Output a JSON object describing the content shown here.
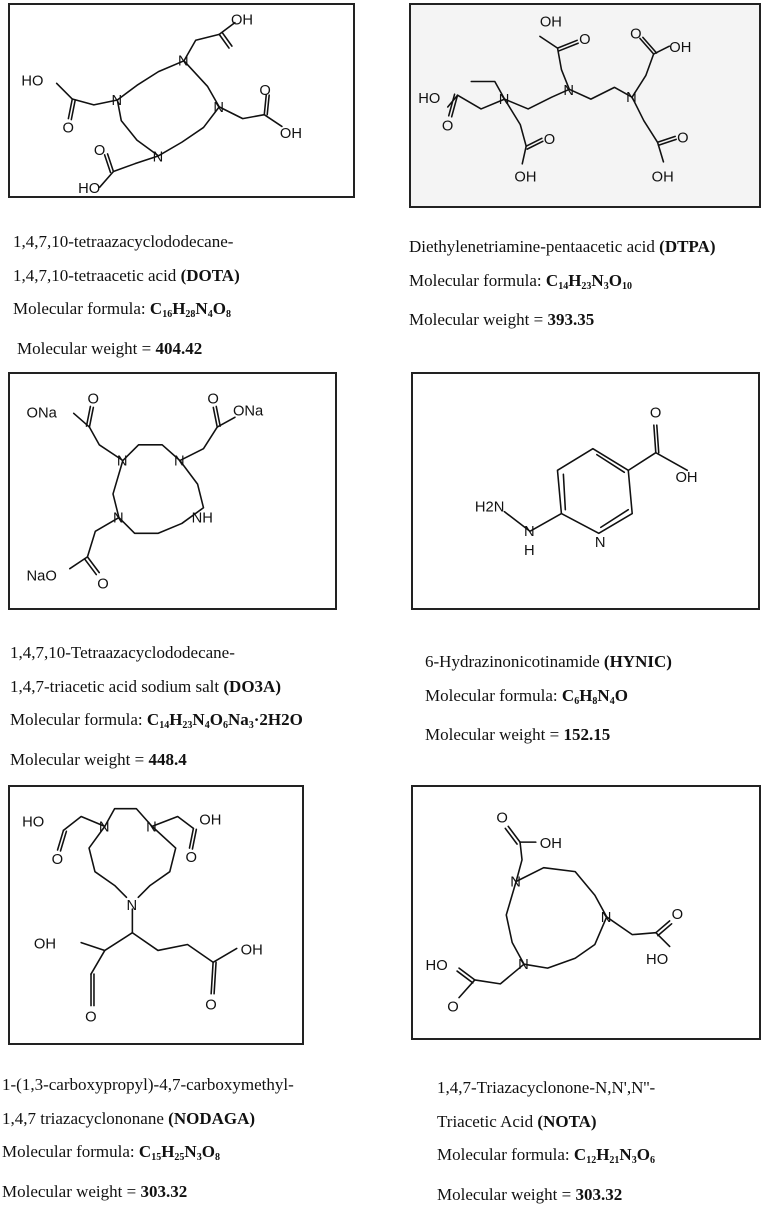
{
  "compounds": [
    {
      "id": "DOTA",
      "name_line1": "1,4,7,10-tetraazacyclododecane-",
      "name_line2": "1,4,7,10-tetraacetic acid ",
      "abbr": "(DOTA)",
      "formula_label": "Molecular formula: ",
      "formula": [
        [
          "C",
          "16"
        ],
        [
          "H",
          "28"
        ],
        [
          "N",
          "4"
        ],
        [
          "O",
          "8"
        ]
      ],
      "weight_label": "Molecular weight = ",
      "weight": "404.42",
      "atom_labels": {
        "N": "N",
        "OH": "OH",
        "HO": "HO",
        "O": "O"
      }
    },
    {
      "id": "DTPA",
      "name_line1": "Diethylenetriamine-pentaacetic acid ",
      "abbr": "(DTPA)",
      "formula_label": "Molecular formula: ",
      "formula": [
        [
          "C",
          "14"
        ],
        [
          "H",
          "23"
        ],
        [
          "N",
          "3"
        ],
        [
          "O",
          "10"
        ]
      ],
      "weight_label": "Molecular weight = ",
      "weight": "393.35",
      "atom_labels": {
        "N": "N",
        "OH": "OH",
        "HO": "HO",
        "O": "O"
      }
    },
    {
      "id": "DO3A",
      "name_line1": "1,4,7,10-Tetraazacyclododecane-",
      "name_line2": "1,4,7-triacetic acid sodium salt ",
      "abbr": "(DO3A)",
      "formula_label": "Molecular formula: ",
      "formula": [
        [
          "C",
          "14"
        ],
        [
          "H",
          "23"
        ],
        [
          "N",
          "4"
        ],
        [
          "O",
          "6"
        ],
        [
          "Na",
          "3"
        ],
        [
          "·2H2O",
          ""
        ]
      ],
      "weight_label": "Molecular weight = ",
      "weight": "448.4",
      "atom_labels": {
        "N": "N",
        "NH": "NH",
        "ONa": "ONa",
        "NaO": "NaO",
        "O": "O"
      }
    },
    {
      "id": "HYNIC",
      "name_line1": "6-Hydrazinonicotinamide ",
      "abbr": "(HYNIC)",
      "formula_label": "Molecular formula: ",
      "formula": [
        [
          "C",
          "6"
        ],
        [
          "H",
          "8"
        ],
        [
          "N",
          "4"
        ],
        [
          "O",
          ""
        ]
      ],
      "weight_label": "Molecular weight = ",
      "weight": "152.15",
      "atom_labels": {
        "N": "N",
        "H2N": "H2N",
        "H": "H",
        "OH": "OH",
        "O": "O"
      }
    },
    {
      "id": "NODAGA",
      "name_line1": "1-(1,3-carboxypropyl)-4,7-carboxymethyl-",
      "name_line2": "1,4,7 triazacyclononane ",
      "abbr": "(NODAGA)",
      "formula_label": "Molecular formula: ",
      "formula": [
        [
          "C",
          "15"
        ],
        [
          "H",
          "25"
        ],
        [
          "N",
          "3"
        ],
        [
          "O",
          "8"
        ]
      ],
      "weight_label": "Molecular weight = ",
      "weight": "303.32",
      "atom_labels": {
        "N": "N",
        "OH": "OH",
        "HO": "HO",
        "O": "O"
      }
    },
    {
      "id": "NOTA",
      "name_line1": "1,4,7-Triazacyclonone-N,N',N''-",
      "name_line2": "Triacetic Acid ",
      "abbr": "(NOTA)",
      "formula_label": "Molecular formula: ",
      "formula": [
        [
          "C",
          "12"
        ],
        [
          "H",
          "21"
        ],
        [
          "N",
          "3"
        ],
        [
          "O",
          "6"
        ]
      ],
      "weight_label": "Molecular weight = ",
      "weight": "303.32",
      "atom_labels": {
        "N": "N",
        "OH": "OH",
        "HO": "HO",
        "O": "O"
      }
    }
  ]
}
